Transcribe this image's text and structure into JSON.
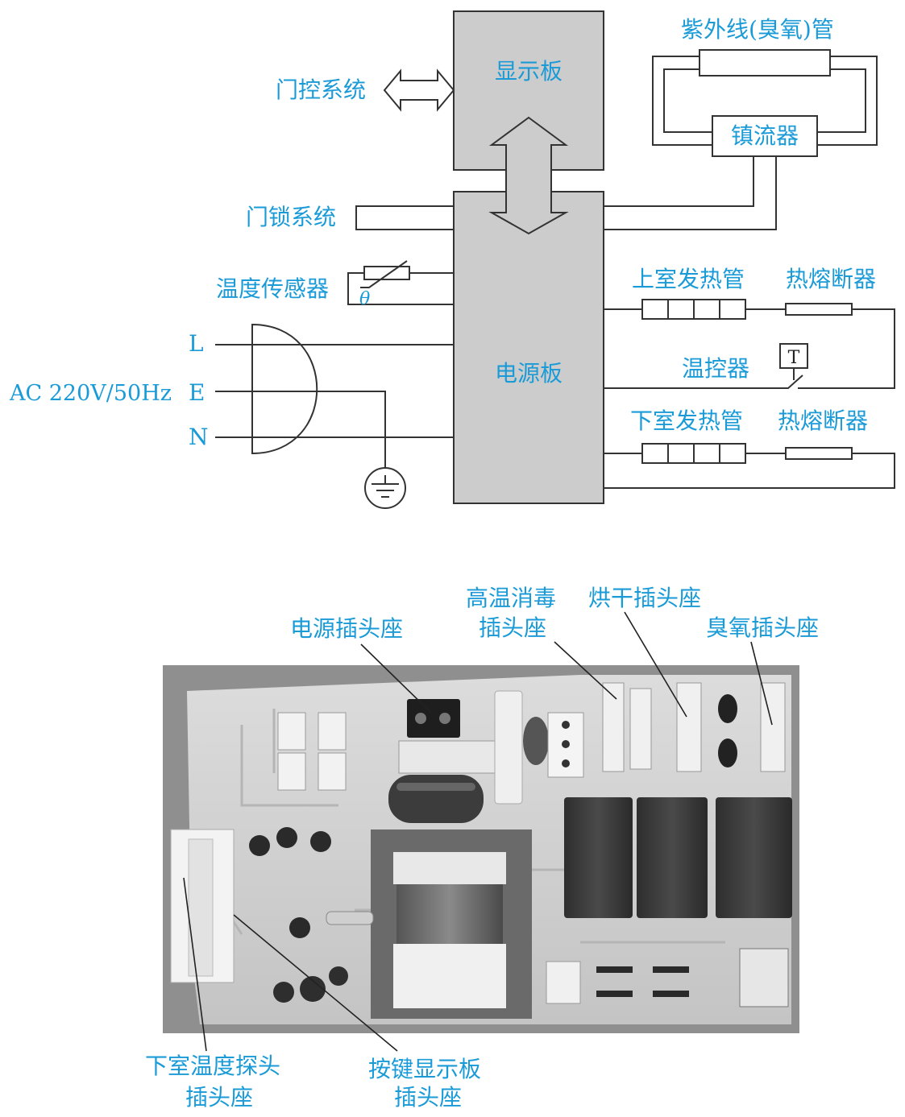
{
  "diagram": {
    "display_board": "显示板",
    "power_board": "电源板",
    "door_control": "门控系统",
    "door_lock": "门锁系统",
    "temp_sensor": "温度传感器",
    "theta": "θ",
    "uv_tube": "紫外线(臭氧)管",
    "ballast": "镇流器",
    "upper_heater": "上室发热管",
    "lower_heater": "下室发热管",
    "thermal_fuse_upper": "热熔断器",
    "thermal_fuse_lower": "热熔断器",
    "thermostat": "温控器",
    "thermostat_symbol": "T",
    "ac_label": "AC 220V/50Hz",
    "line_L": "L",
    "line_E": "E",
    "line_N": "N"
  },
  "photo_labels": {
    "power_socket": "电源插头座",
    "high_temp_line1": "高温消毒",
    "high_temp_line2": "插头座",
    "drying_socket": "烘干插头座",
    "ozone_socket": "臭氧插头座",
    "lower_probe_line1": "下室温度探头",
    "lower_probe_line2": "插头座",
    "key_display_line1": "按键显示板",
    "key_display_line2": "插头座"
  },
  "colors": {
    "label": "#1a9bd7",
    "board_fill": "#cccccc",
    "line": "#333333"
  }
}
